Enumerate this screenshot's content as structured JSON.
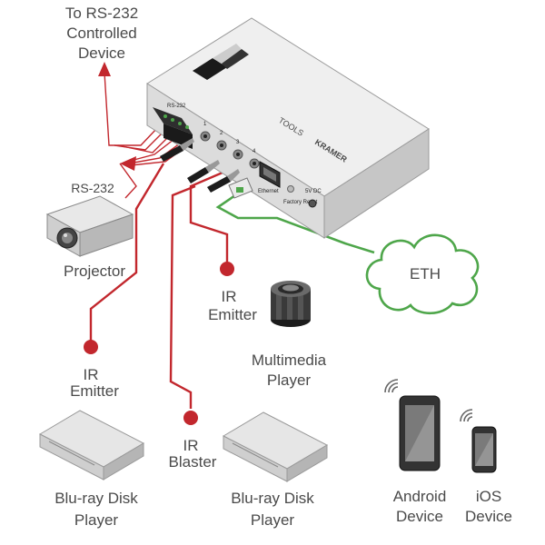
{
  "labels": {
    "rs232_target_1": "To RS-232",
    "rs232_target_2": "Controlled",
    "rs232_target_3": "Device",
    "rs232": "RS-232",
    "projector": "Projector",
    "ir_emitter_left_1": "IR",
    "ir_emitter_left_2": "Emitter",
    "ir_blaster_1": "IR",
    "ir_blaster_2": "Blaster",
    "ir_emitter_mid_1": "IR",
    "ir_emitter_mid_2": "Emitter",
    "multimedia_1": "Multimedia",
    "multimedia_2": "Player",
    "bluray_left_1": "Blu-ray Disk",
    "bluray_left_2": "Player",
    "bluray_right_1": "Blu-ray Disk",
    "bluray_right_2": "Player",
    "android_1": "Android",
    "android_2": "Device",
    "ios_1": "iOS",
    "ios_2": "Device",
    "eth": "ETH"
  },
  "device": {
    "brand": "KRAMER",
    "brand_sub": "TOOLS",
    "port_rs232": "RS-232",
    "ir_port_1": "1",
    "ir_port_2": "2",
    "ir_port_3": "3",
    "ir_port_4": "4",
    "port_ethernet": "Ethernet",
    "port_factory_reset": "Factory Reset",
    "port_power": "5V DC"
  },
  "colors": {
    "cable_red": "#c2272d",
    "cable_green": "#4ea64a",
    "device_body": "#e2e2e2",
    "text_gray": "#4a4a4a"
  }
}
